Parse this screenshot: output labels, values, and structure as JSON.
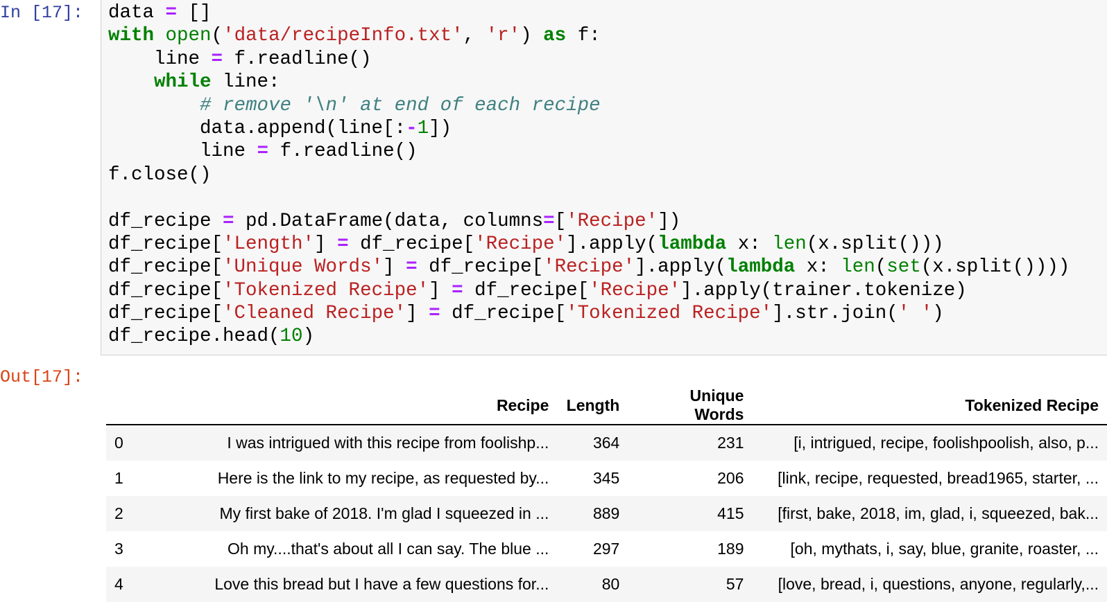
{
  "input_prompt": "In [17]:",
  "output_prompt": "Out[17]:",
  "code_lines": [
    [
      [
        "n",
        "data "
      ],
      [
        "op",
        "="
      ],
      [
        "n",
        " []"
      ]
    ],
    [
      [
        "kw",
        "with"
      ],
      [
        "n",
        " "
      ],
      [
        "bi",
        "open"
      ],
      [
        "n",
        "("
      ],
      [
        "st",
        "'data/recipeInfo.txt'"
      ],
      [
        "n",
        ", "
      ],
      [
        "st",
        "'r'"
      ],
      [
        "n",
        ") "
      ],
      [
        "kw",
        "as"
      ],
      [
        "n",
        " f:"
      ]
    ],
    [
      [
        "n",
        "    line "
      ],
      [
        "op",
        "="
      ],
      [
        "n",
        " f.readline()"
      ]
    ],
    [
      [
        "n",
        "    "
      ],
      [
        "kw",
        "while"
      ],
      [
        "n",
        " line:"
      ]
    ],
    [
      [
        "n",
        "        "
      ],
      [
        "cm",
        "# remove '\\n' at end of each recipe"
      ]
    ],
    [
      [
        "n",
        "        data.append(line[:"
      ],
      [
        "op",
        "-"
      ],
      [
        "nu",
        "1"
      ],
      [
        "n",
        "])"
      ]
    ],
    [
      [
        "n",
        "        line "
      ],
      [
        "op",
        "="
      ],
      [
        "n",
        " f.readline()"
      ]
    ],
    [
      [
        "n",
        "f.close()"
      ]
    ],
    [
      [
        "n",
        ""
      ]
    ],
    [
      [
        "n",
        "df_recipe "
      ],
      [
        "op",
        "="
      ],
      [
        "n",
        " pd.DataFrame(data, columns"
      ],
      [
        "op",
        "="
      ],
      [
        "n",
        "["
      ],
      [
        "st",
        "'Recipe'"
      ],
      [
        "n",
        "])"
      ]
    ],
    [
      [
        "n",
        "df_recipe["
      ],
      [
        "st",
        "'Length'"
      ],
      [
        "n",
        "] "
      ],
      [
        "op",
        "="
      ],
      [
        "n",
        " df_recipe["
      ],
      [
        "st",
        "'Recipe'"
      ],
      [
        "n",
        "].apply("
      ],
      [
        "kw",
        "lambda"
      ],
      [
        "n",
        " x: "
      ],
      [
        "bi",
        "len"
      ],
      [
        "n",
        "(x.split()))"
      ]
    ],
    [
      [
        "n",
        "df_recipe["
      ],
      [
        "st",
        "'Unique Words'"
      ],
      [
        "n",
        "] "
      ],
      [
        "op",
        "="
      ],
      [
        "n",
        " df_recipe["
      ],
      [
        "st",
        "'Recipe'"
      ],
      [
        "n",
        "].apply("
      ],
      [
        "kw",
        "lambda"
      ],
      [
        "n",
        " x: "
      ],
      [
        "bi",
        "len"
      ],
      [
        "n",
        "("
      ],
      [
        "bi",
        "set"
      ],
      [
        "n",
        "(x.split())))"
      ]
    ],
    [
      [
        "n",
        "df_recipe["
      ],
      [
        "st",
        "'Tokenized Recipe'"
      ],
      [
        "n",
        "] "
      ],
      [
        "op",
        "="
      ],
      [
        "n",
        " df_recipe["
      ],
      [
        "st",
        "'Recipe'"
      ],
      [
        "n",
        "].apply(trainer.tokenize)"
      ]
    ],
    [
      [
        "n",
        "df_recipe["
      ],
      [
        "st",
        "'Cleaned Recipe'"
      ],
      [
        "n",
        "] "
      ],
      [
        "op",
        "="
      ],
      [
        "n",
        " df_recipe["
      ],
      [
        "st",
        "'Tokenized Recipe'"
      ],
      [
        "n",
        "].str.join("
      ],
      [
        "st",
        "' '"
      ],
      [
        "n",
        ")"
      ]
    ],
    [
      [
        "n",
        "df_recipe.head("
      ],
      [
        "nu",
        "10"
      ],
      [
        "n",
        ")"
      ]
    ]
  ],
  "table": {
    "columns": [
      "",
      "Recipe",
      "Length",
      "Unique Words",
      "Tokenized Recipe"
    ],
    "rows": [
      [
        "0",
        "I was intrigued with this recipe from foolishp...",
        "364",
        "231",
        "[i, intrigued, recipe, foolishpoolish, also, p..."
      ],
      [
        "1",
        "Here is the link to my recipe, as requested by...",
        "345",
        "206",
        "[link, recipe, requested, bread1965, starter, ..."
      ],
      [
        "2",
        "My first bake of 2018. I'm glad I squeezed in ...",
        "889",
        "415",
        "[first, bake, 2018, im, glad, i, squeezed, bak..."
      ],
      [
        "3",
        "Oh my....that's about all I can say. The blue ...",
        "297",
        "189",
        "[oh, mythats, i, say, blue, granite, roaster, ..."
      ],
      [
        "4",
        "Love this bread but I have a few questions for...",
        "80",
        "57",
        "[love, bread, i, questions, anyone, regularly,..."
      ]
    ]
  }
}
